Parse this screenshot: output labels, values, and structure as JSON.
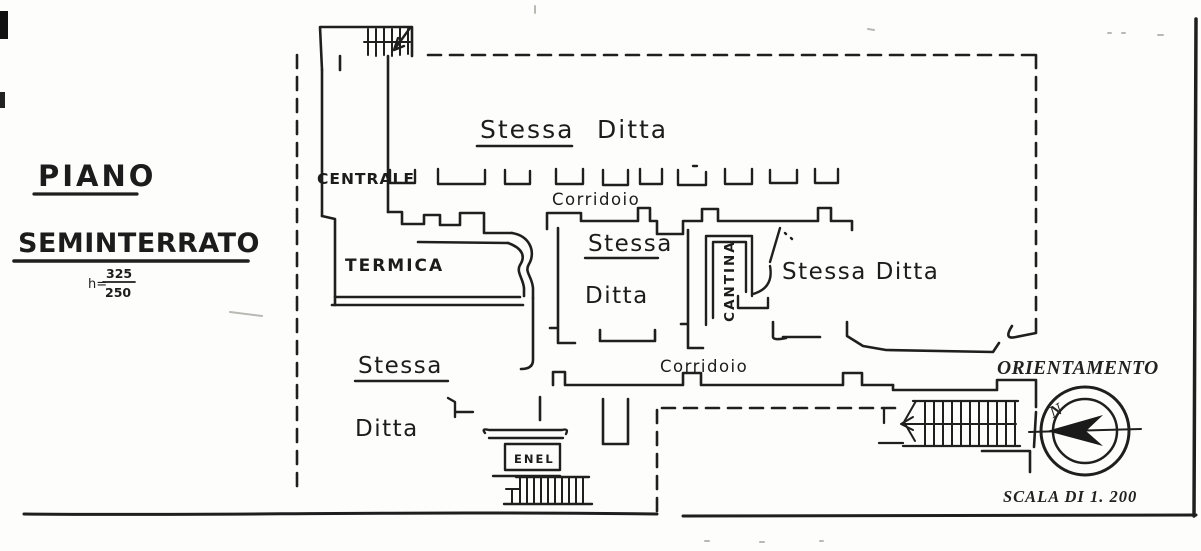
{
  "colors": {
    "ink": "#1f1f1f",
    "paper": "#fdfdfb"
  },
  "title_block": {
    "line1": "PIANO",
    "line2": "SEMINTERRATO",
    "height_prefix": "h=",
    "height_numerator": "325",
    "height_denominator": "250"
  },
  "labels": {
    "stessa_ditta_top": {
      "word1": "Stessa",
      "word2": "Ditta"
    },
    "centrale": "CENTRALE",
    "termica": "TERMICA",
    "corridoio_upper": "Corridoio",
    "stessa_center": "Stessa",
    "ditta_center": "Ditta",
    "cantina": "CANTINA",
    "stessa_ditta_right": "Stessa Ditta",
    "corridoio_lower": "Corridoio",
    "stessa_bottom_left": "Stessa",
    "ditta_bottom_left": "Ditta",
    "enel": "ENEL"
  },
  "compass": {
    "title": "ORIENTAMENTO",
    "north_letter": "N"
  },
  "scale_note": "SCALA DI 1. 200"
}
